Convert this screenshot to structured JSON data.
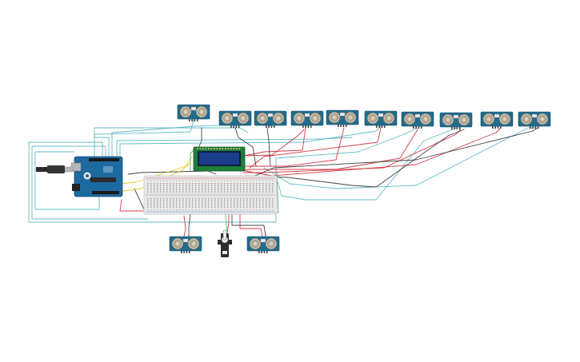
{
  "circuit": {
    "components": [
      {
        "id": "arduino",
        "name": "arduino-uno-board",
        "kind": "arduino"
      },
      {
        "id": "usb",
        "name": "usb-cable",
        "kind": "usb"
      },
      {
        "id": "breadboard",
        "name": "breadboard",
        "kind": "breadboard"
      },
      {
        "id": "lcd",
        "name": "lcd-16x2-display",
        "kind": "lcd"
      },
      {
        "id": "servo",
        "name": "servo-motor",
        "kind": "servo"
      },
      {
        "id": "us1",
        "name": "ultrasonic-sensor-1",
        "kind": "ultrasonic"
      },
      {
        "id": "us2",
        "name": "ultrasonic-sensor-2",
        "kind": "ultrasonic"
      },
      {
        "id": "us3",
        "name": "ultrasonic-sensor-3",
        "kind": "ultrasonic"
      },
      {
        "id": "us4",
        "name": "ultrasonic-sensor-4",
        "kind": "ultrasonic"
      },
      {
        "id": "us5",
        "name": "ultrasonic-sensor-5",
        "kind": "ultrasonic"
      },
      {
        "id": "us6",
        "name": "ultrasonic-sensor-6",
        "kind": "ultrasonic"
      },
      {
        "id": "us7",
        "name": "ultrasonic-sensor-7",
        "kind": "ultrasonic"
      },
      {
        "id": "us8",
        "name": "ultrasonic-sensor-8",
        "kind": "ultrasonic"
      },
      {
        "id": "us9",
        "name": "ultrasonic-sensor-9",
        "kind": "ultrasonic"
      },
      {
        "id": "us10",
        "name": "ultrasonic-sensor-10",
        "kind": "ultrasonic"
      },
      {
        "id": "us11",
        "name": "ultrasonic-sensor-11",
        "kind": "ultrasonic"
      },
      {
        "id": "us12",
        "name": "ultrasonic-sensor-12",
        "kind": "ultrasonic"
      }
    ],
    "wire_colors": {
      "signal": "#5bb8c4",
      "power": "#d2303a",
      "ground": "#3a3a3a",
      "data": "#e8c51c",
      "aux": "#52b56a"
    },
    "colors": {
      "sensor_board": "#1f6c8f",
      "sensor_eye": "#b5ad9a",
      "arduino_board": "#1c6aa0",
      "lcd_frame": "#1e7d3a",
      "lcd_screen": "#1a3d8c",
      "breadboard": "#e9e9e9"
    }
  }
}
